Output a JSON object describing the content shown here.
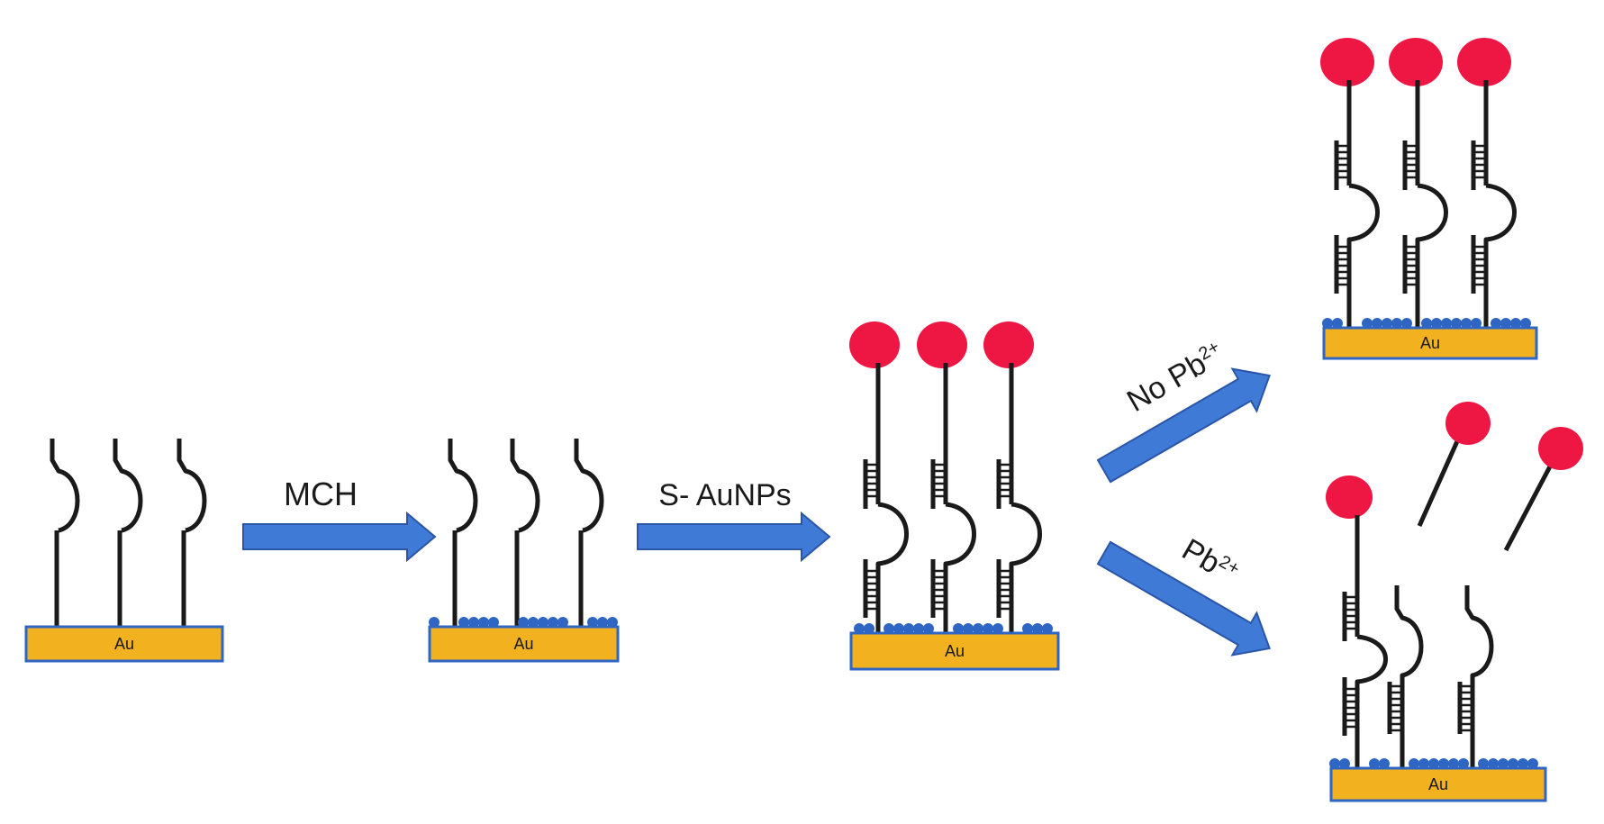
{
  "steps": {
    "mch": "MCH",
    "saunps": "S- AuNPs",
    "no_pb_prefix": "No Pb",
    "pb_prefix": "Pb",
    "charge": "2+"
  },
  "substrate_label": "Au",
  "colors": {
    "gold": "#f2b21f",
    "gold_border": "#2f66c3",
    "mch": "#2f66c3",
    "nanoparticle": "#ee1744",
    "arrow": "#3f7ad6",
    "strand": "#1a1a1a"
  }
}
